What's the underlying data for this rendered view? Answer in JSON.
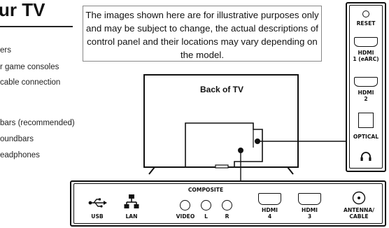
{
  "heading": {
    "title": "ur TV"
  },
  "features": [
    "ers",
    "r game consoles",
    "cable connection",
    "bars (recommended)",
    "oundbars",
    "eadphones"
  ],
  "disclaimer": "The images shown here are for illustrative purposes only and may be subject to change, the actual descriptions of control panel and their locations may vary depending on the model.",
  "tv": {
    "caption": "Back of TV"
  },
  "side_ports": {
    "reset": "RESET",
    "hdmi1_line1": "HDMI",
    "hdmi1_line2": "1 (eARC)",
    "hdmi2_line1": "HDMI",
    "hdmi2_line2": "2",
    "optical": "OPTICAL"
  },
  "bottom_ports": {
    "usb": "USB",
    "lan": "LAN",
    "composite": "COMPOSITE",
    "video": "VIDEO",
    "left": "L",
    "right": "R",
    "hdmi4_line1": "HDMI",
    "hdmi4_line2": "4",
    "hdmi3_line1": "HDMI",
    "hdmi3_line2": "3",
    "antenna_line1": "ANTENNA/",
    "antenna_line2": "CABLE"
  },
  "icons": {
    "usb": "usb-icon",
    "lan": "lan-icon",
    "headphone": "headphone-icon",
    "antenna": "coax-icon"
  }
}
